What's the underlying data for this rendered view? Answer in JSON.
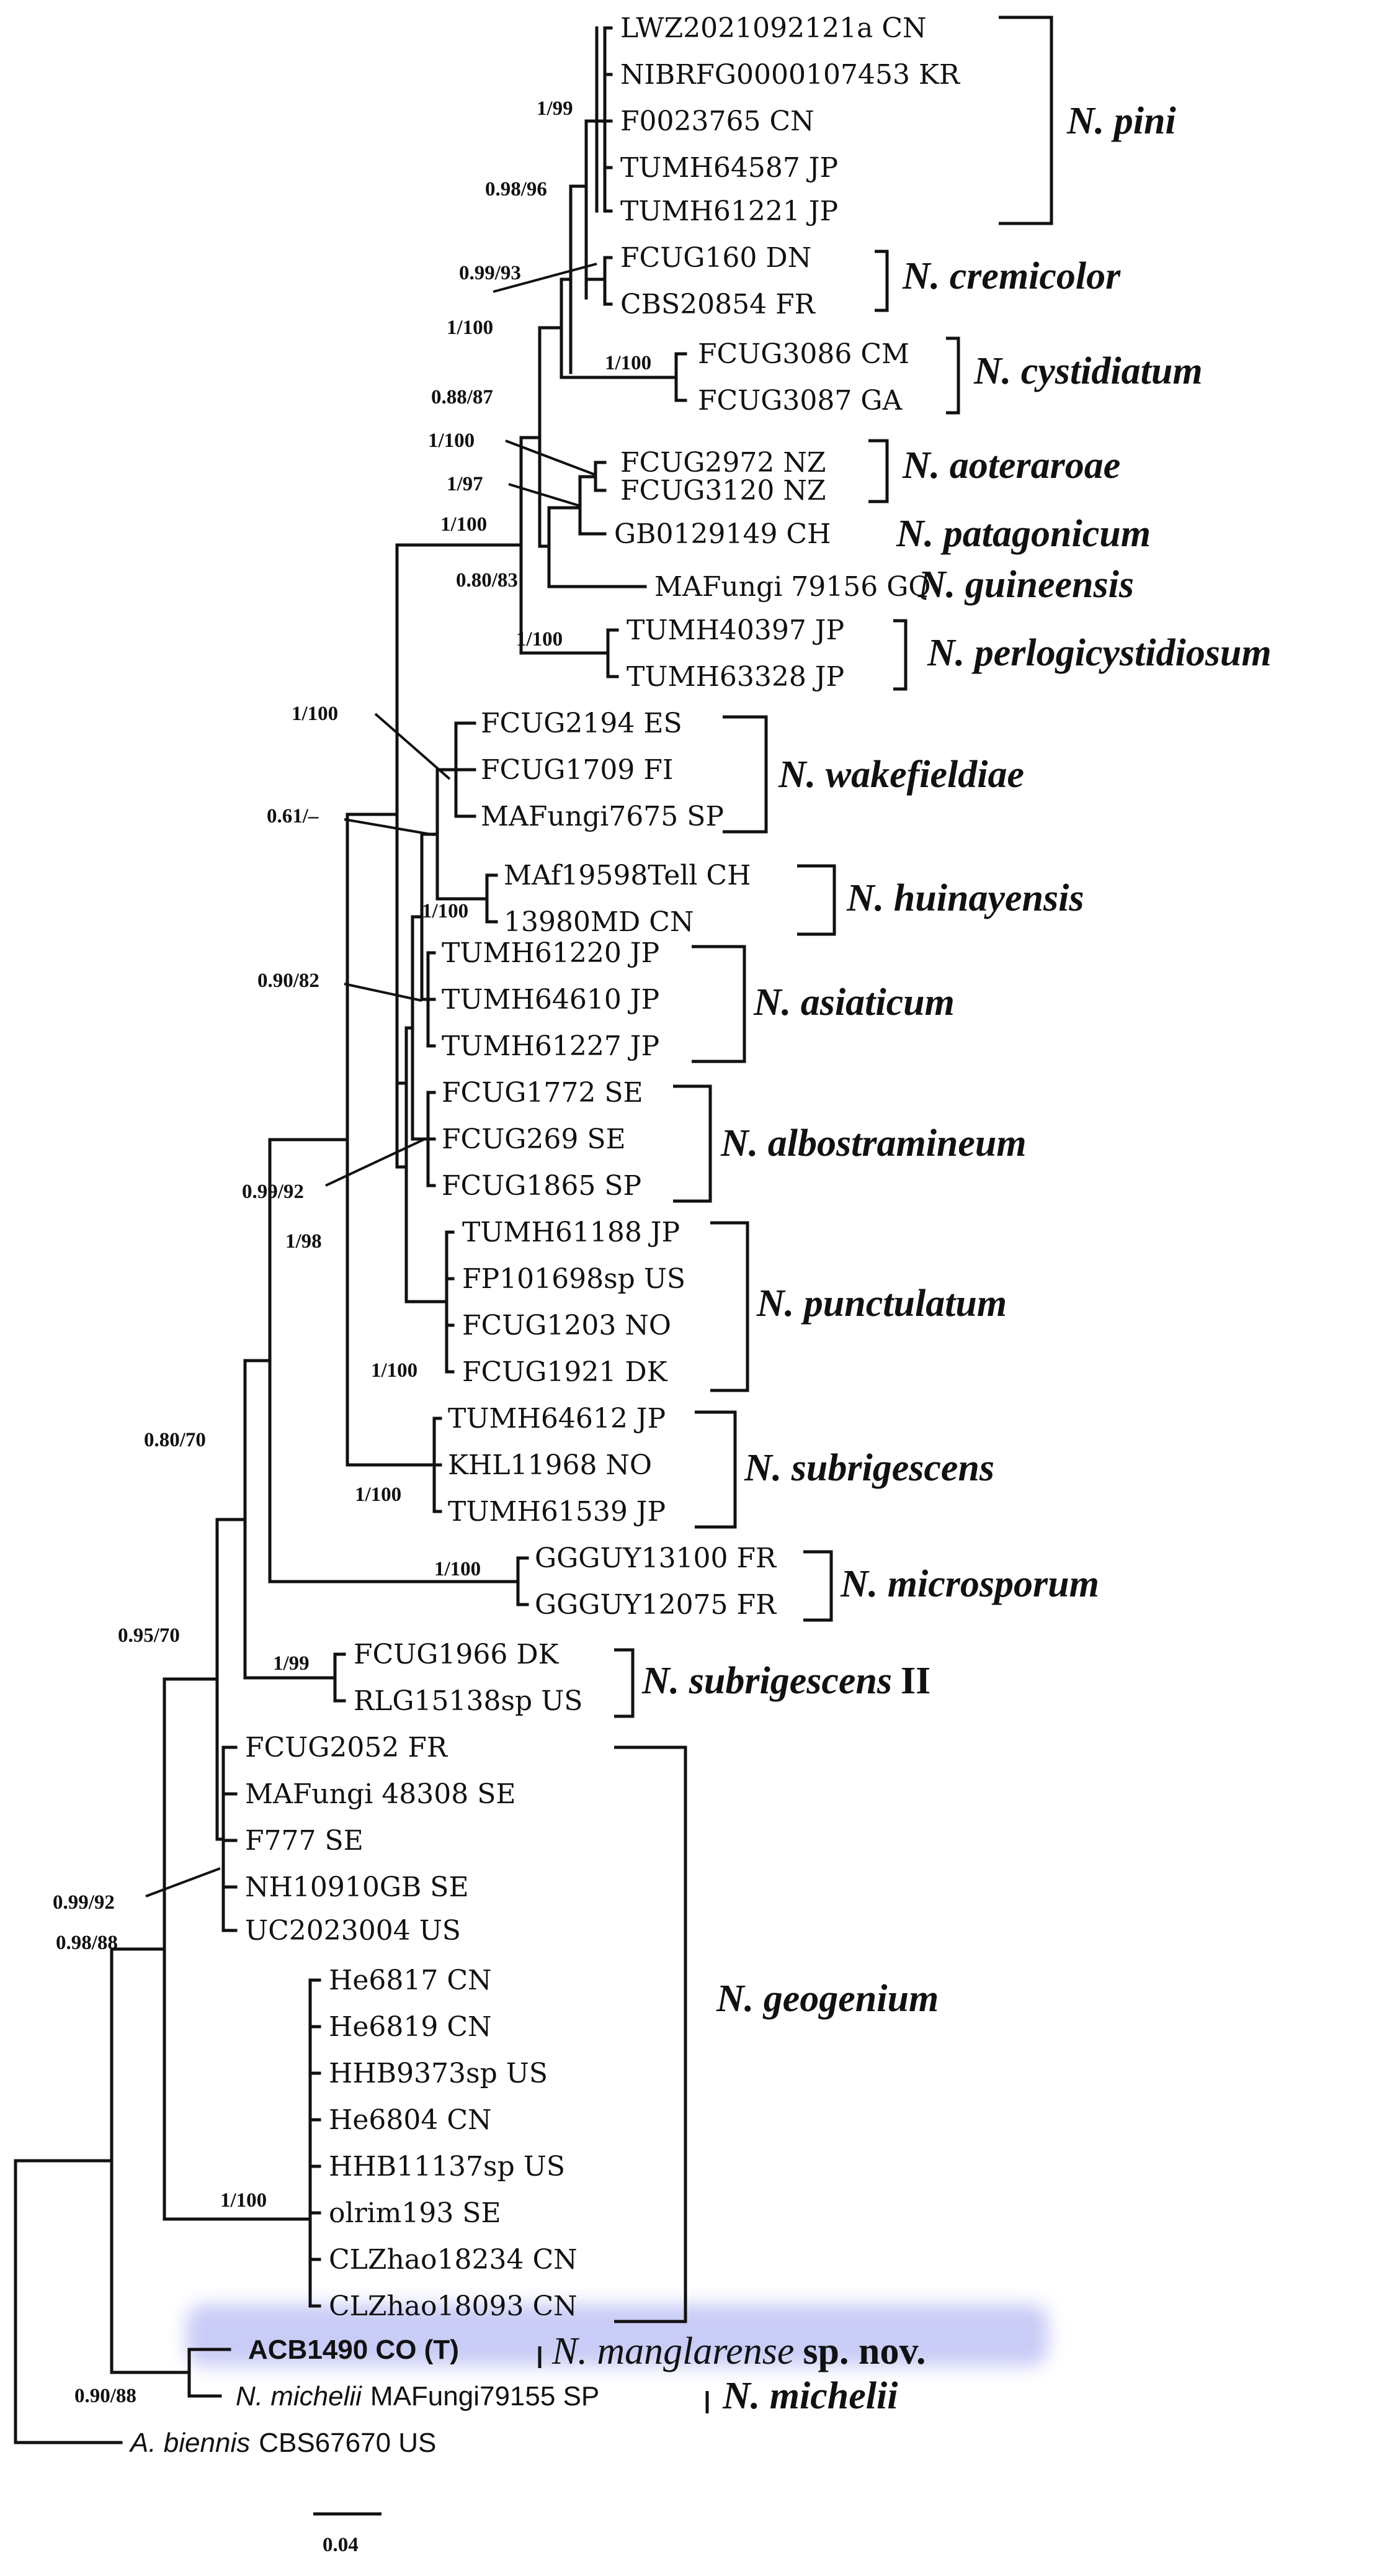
{
  "species": {
    "pini": "N. pini",
    "cremicolor": "N. cremicolor",
    "cystidiatum": "N. cystidiatum",
    "aoteraroae": "N. aoteraroae",
    "patagonicum": "N. patagonicum",
    "guineensis": "N. guineensis",
    "perlogicystidiosum": "N. perlogicystidiosum",
    "wakefieldiae": "N. wakefieldiae",
    "huinayensis": "N. huinayensis",
    "asiaticum": "N. asiaticum",
    "albostramineum": "N. albostramineum",
    "punctulatum": "N. punctulatum",
    "subrigescens": "N. subrigescens",
    "microsporum": "N. microsporum",
    "subrigescens2_italic": "N. subrigescens",
    "subrigescens2_suffix": "II",
    "geogenium": "N. geogenium",
    "manglarense_italic": "N. manglarense",
    "manglarense_suffix": "sp. nov.",
    "michelii": "N. michelii"
  },
  "tips": {
    "t1": "LWZ2021092121a CN",
    "t2": "NIBRFG0000107453 KR",
    "t3": "F0023765 CN",
    "t4": "TUMH64587 JP",
    "t5": "TUMH61221 JP",
    "t6": "FCUG160 DN",
    "t7": "CBS20854 FR",
    "t8": "FCUG3086 CM",
    "t9": "FCUG3087 GA",
    "t10": "FCUG2972 NZ",
    "t11": "FCUG3120 NZ",
    "t12": "GB0129149 CH",
    "t13": "MAFungi 79156 GQ",
    "t14": "TUMH40397 JP",
    "t15": "TUMH63328 JP",
    "t16": "FCUG2194 ES",
    "t17": "FCUG1709 FI",
    "t18": "MAFungi7675 SP",
    "t19": "MAf19598Tell CH",
    "t20": "13980MD CN",
    "t21": "TUMH61220 JP",
    "t22": "TUMH64610 JP",
    "t23": "TUMH61227 JP",
    "t24": "FCUG1772 SE",
    "t25": "FCUG269 SE",
    "t26": "FCUG1865 SP",
    "t27": "TUMH61188 JP",
    "t28": "FP101698sp US",
    "t29": "FCUG1203 NO",
    "t30": "FCUG1921 DK",
    "t31": "TUMH64612 JP",
    "t32": "KHL11968 NO",
    "t33": "TUMH61539 JP",
    "t34": "GGGUY13100 FR",
    "t35": "GGGUY12075 FR",
    "t36": "FCUG1966 DK",
    "t37": "RLG15138sp US",
    "t38": "FCUG2052 FR",
    "t39": "MAFungi 48308 SE",
    "t40": "F777 SE",
    "t41": "NH10910GB SE",
    "t42": "UC2023004 US",
    "t43": "He6817 CN",
    "t44": "He6819 CN",
    "t45": "HHB9373sp US",
    "t46": "He6804 CN",
    "t47": "HHB11137sp US",
    "t48": "olrim193 SE",
    "t49": "CLZhao18234 CN",
    "t50": "CLZhao18093 CN",
    "t51": "ACB1490 CO (T)",
    "t52_italic": "N. michelii",
    "t52": "MAFungi79155 SP",
    "t53_italic": "A. biennis",
    "t53": "CBS67670 US"
  },
  "support": {
    "s1": "1/99",
    "s2": "0.98/96",
    "s3": "0.99/93",
    "s4": "1/100",
    "s5": "1/100",
    "s6": "0.88/87",
    "s7": "1/100",
    "s8": "1/97",
    "s9": "1/100",
    "s10": "0.80/83",
    "s11": "1/100",
    "s12": "1/100",
    "s13": "0.61/–",
    "s14": "1/100",
    "s15": "0.90/82",
    "s16": "0.99/92",
    "s17": "1/98",
    "s18": "1/100",
    "s19": "1/100",
    "s20": "1/100",
    "s21": "0.80/70",
    "s22": "1/99",
    "s23": "0.95/70",
    "s24": "0.99/92",
    "s25": "0.98/88",
    "s26": "1/100",
    "s27": "0.90/88"
  },
  "scale_bar": {
    "label": "0.04"
  },
  "colors": {
    "highlight": "#3a3ae0",
    "highlight_glow": "#c9ccf6",
    "ink": "#111111"
  }
}
